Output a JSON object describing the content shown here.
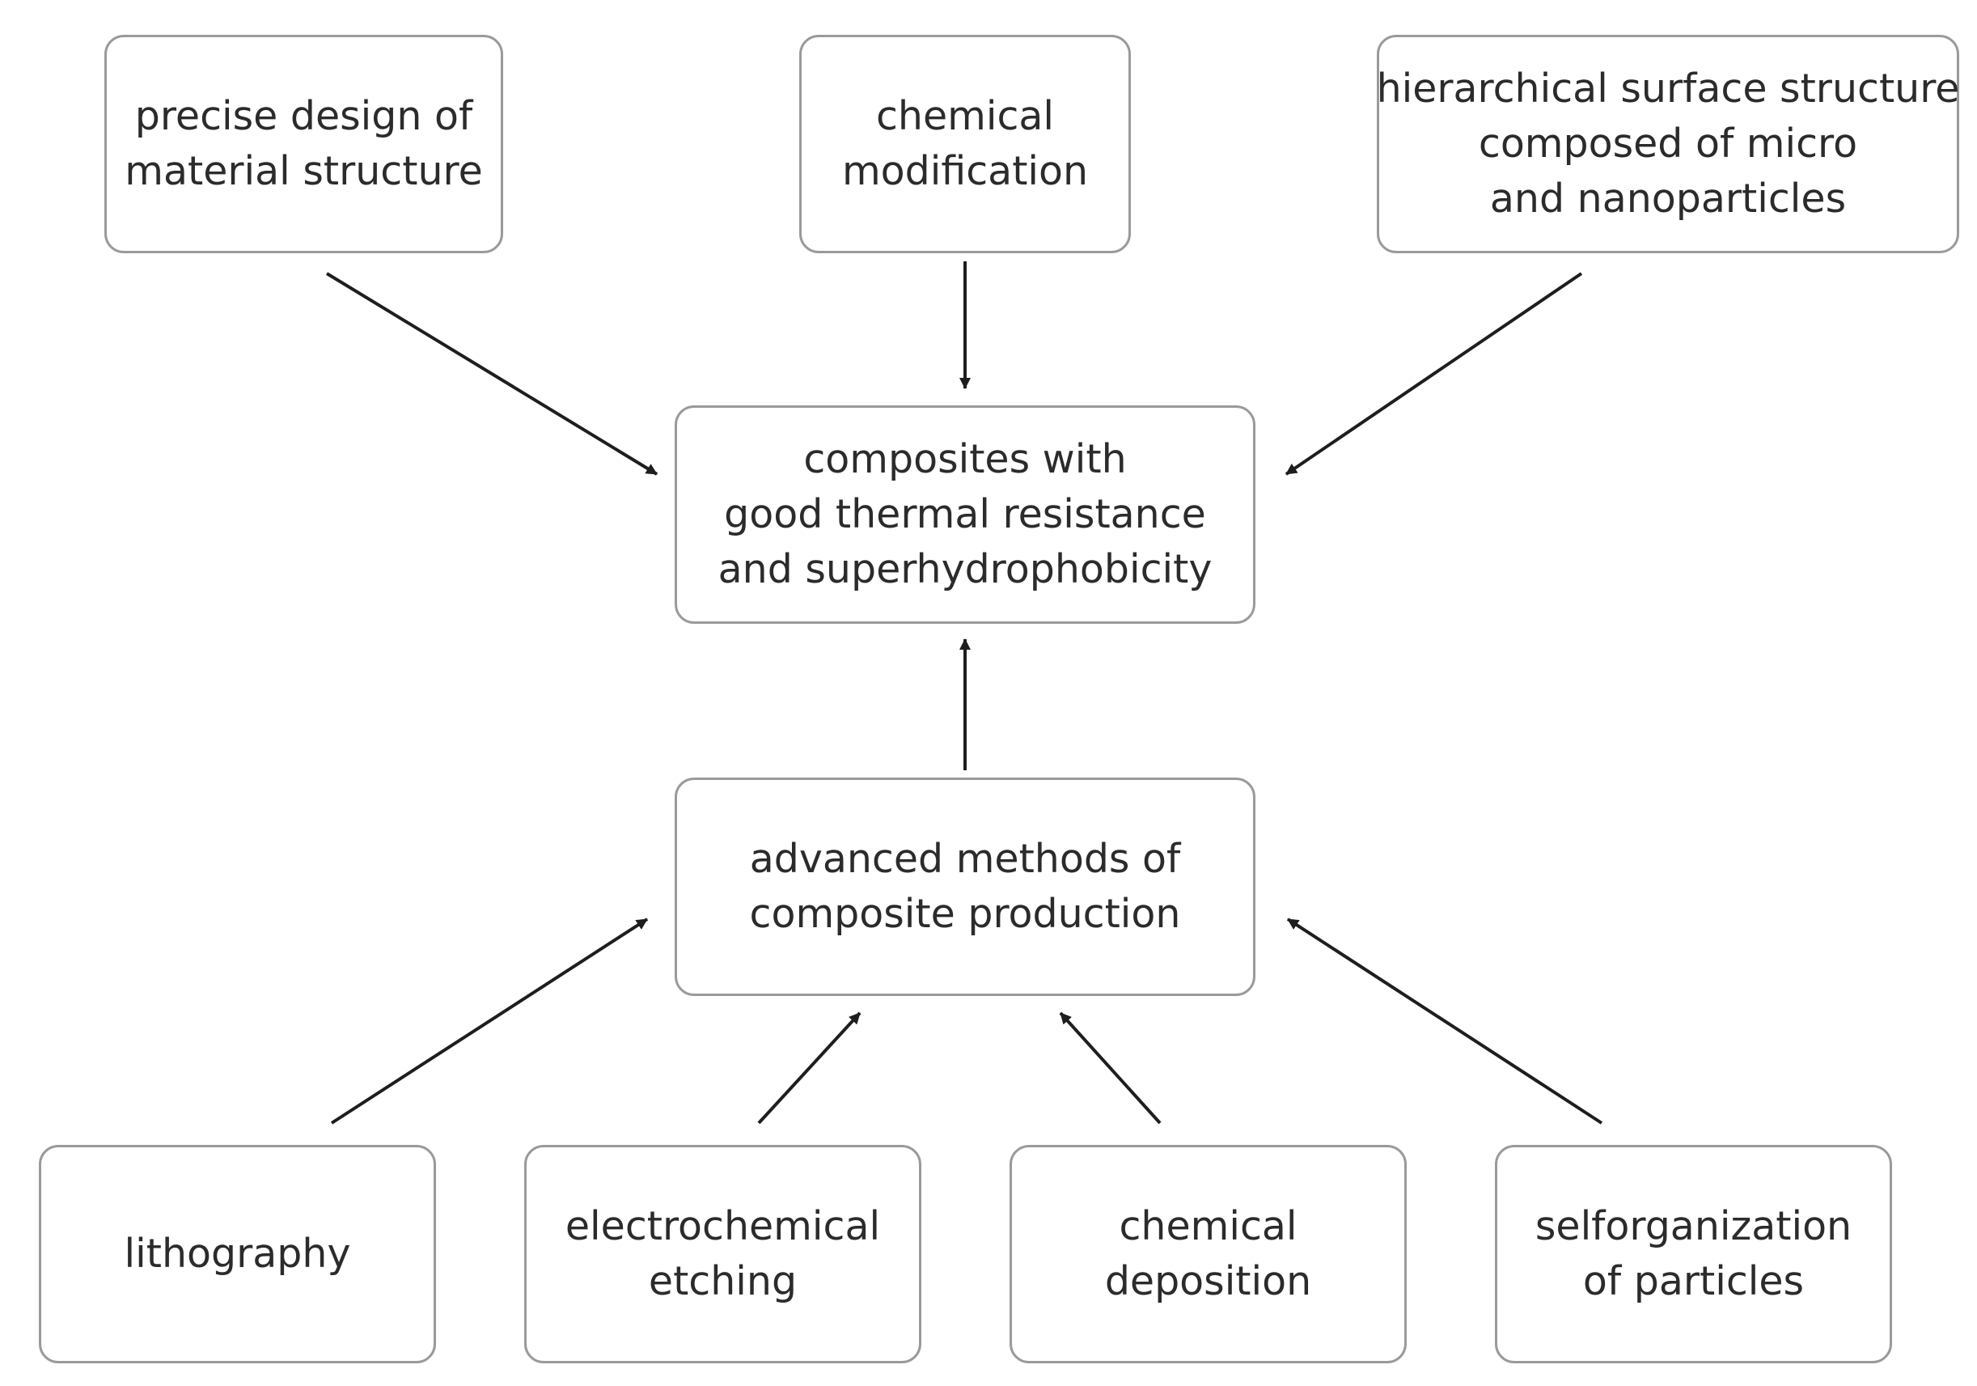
{
  "nodes": {
    "design": {
      "lines": [
        "precise design of",
        "material structure"
      ]
    },
    "chemical_modification": {
      "lines": [
        "chemical",
        "modification"
      ]
    },
    "hierarchical": {
      "lines": [
        "hierarchical surface structure",
        "composed of micro",
        "and nanoparticles"
      ]
    },
    "composites": {
      "lines": [
        "composites with",
        "good thermal resistance",
        "and superhydrophobicity"
      ]
    },
    "advanced": {
      "lines": [
        "advanced methods of",
        "composite production"
      ]
    },
    "lithography": {
      "lines": [
        "lithography"
      ]
    },
    "etching": {
      "lines": [
        "electrochemical",
        "etching"
      ]
    },
    "deposition": {
      "lines": [
        "chemical",
        "deposition"
      ]
    },
    "selforganization": {
      "lines": [
        "selforganization",
        "of particles"
      ]
    }
  },
  "edges": [
    {
      "from": "design",
      "to": "composites"
    },
    {
      "from": "chemical_modification",
      "to": "composites"
    },
    {
      "from": "hierarchical",
      "to": "composites"
    },
    {
      "from": "advanced",
      "to": "composites"
    },
    {
      "from": "lithography",
      "to": "advanced"
    },
    {
      "from": "etching",
      "to": "advanced"
    },
    {
      "from": "deposition",
      "to": "advanced"
    },
    {
      "from": "selforganization",
      "to": "advanced"
    }
  ],
  "colors": {
    "box_border": "#9a9a9a",
    "text": "#2b2b2b",
    "arrow": "#1e1e1e"
  }
}
